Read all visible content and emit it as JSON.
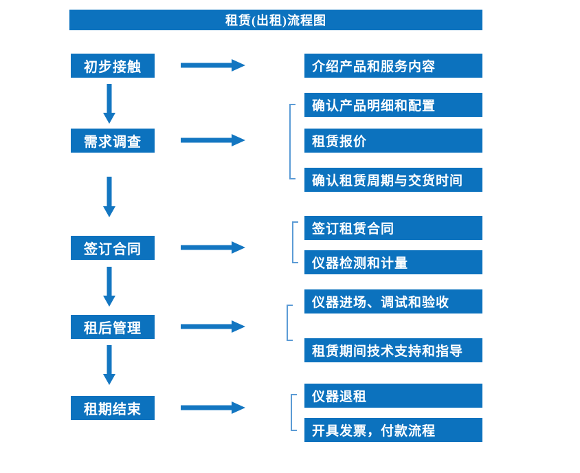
{
  "title": "租赁(出租)流程图",
  "colors": {
    "box_blue": "#0C72BE",
    "arrow_blue": "#1376C1",
    "bracket_blue": "#5B9BD5",
    "text_white": "#FFFFFF"
  },
  "steps": [
    {
      "label": "初步接触",
      "details": [
        "介绍产品和服务内容"
      ]
    },
    {
      "label": "需求调查",
      "details": [
        "确认产品明细和配置",
        "租赁报价",
        "确认租赁周期与交货时间"
      ]
    },
    {
      "label": "签订合同",
      "details": [
        "签订租赁合同",
        "仪器检测和计量"
      ]
    },
    {
      "label": "租后管理",
      "details": [
        "仪器进场、调试和验收",
        "租赁期间技术支持和指导"
      ]
    },
    {
      "label": "租期结束",
      "details": [
        "仪器退租",
        "开具发票，付款流程"
      ]
    }
  ]
}
